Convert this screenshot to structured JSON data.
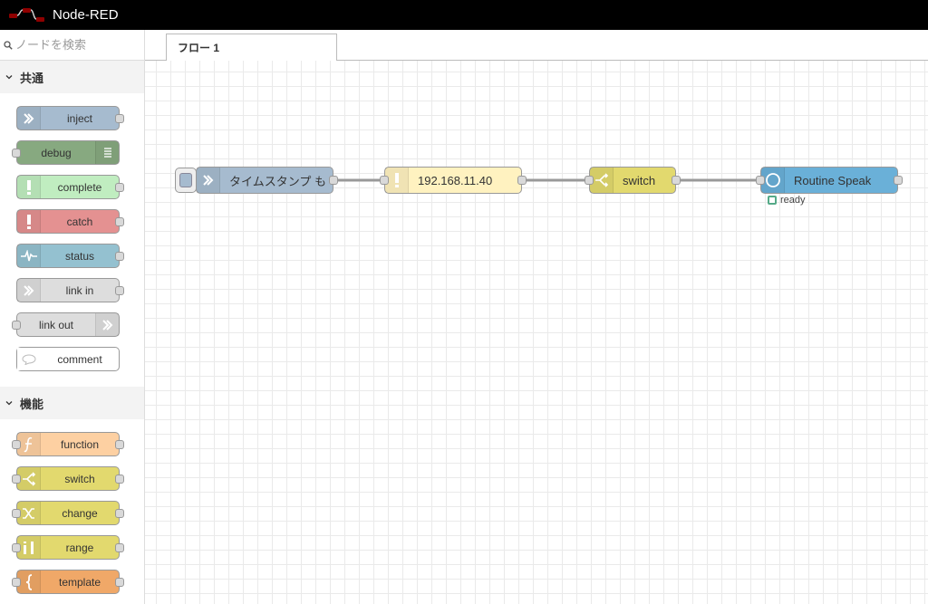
{
  "header": {
    "title": "Node-RED"
  },
  "palette": {
    "search_placeholder": "ノードを検索",
    "categories": [
      {
        "label": "共通",
        "nodes": [
          {
            "label": "inject",
            "color": "#a6bbcf",
            "icon": "arrow-in-icon"
          },
          {
            "label": "debug",
            "color": "#87a980",
            "icon": "list-icon"
          },
          {
            "label": "complete",
            "color": "#c0edc0",
            "icon": "exclamation-icon"
          },
          {
            "label": "catch",
            "color": "#e49191",
            "icon": "exclamation-icon"
          },
          {
            "label": "status",
            "color": "#94c1d0",
            "icon": "pulse-icon"
          },
          {
            "label": "link in",
            "color": "#dddddd",
            "icon": "link-in-icon"
          },
          {
            "label": "link out",
            "color": "#dddddd",
            "icon": "link-out-icon"
          },
          {
            "label": "comment",
            "color": "#ffffff",
            "icon": "comment-icon"
          }
        ]
      },
      {
        "label": "機能",
        "nodes": [
          {
            "label": "function",
            "color": "#fdd0a2",
            "icon": "function-icon"
          },
          {
            "label": "switch",
            "color": "#e2d96e",
            "icon": "switch-icon"
          },
          {
            "label": "change",
            "color": "#e2d96e",
            "icon": "shuffle-icon"
          },
          {
            "label": "range",
            "color": "#e2d96e",
            "icon": "range-icon"
          },
          {
            "label": "template",
            "color": "#f0a868",
            "icon": "brace-icon"
          }
        ]
      }
    ]
  },
  "workspace": {
    "tab_label": "フロー 1",
    "flow_nodes": [
      {
        "label": "タイムスタンプ も",
        "color": "#a6bbcf"
      },
      {
        "label": "192.168.11.40",
        "color": "#fff2c0"
      },
      {
        "label": "switch",
        "color": "#e2d96e"
      },
      {
        "label": "Routine Speak",
        "color": "#6ab0d8"
      }
    ],
    "status_text": "ready"
  }
}
